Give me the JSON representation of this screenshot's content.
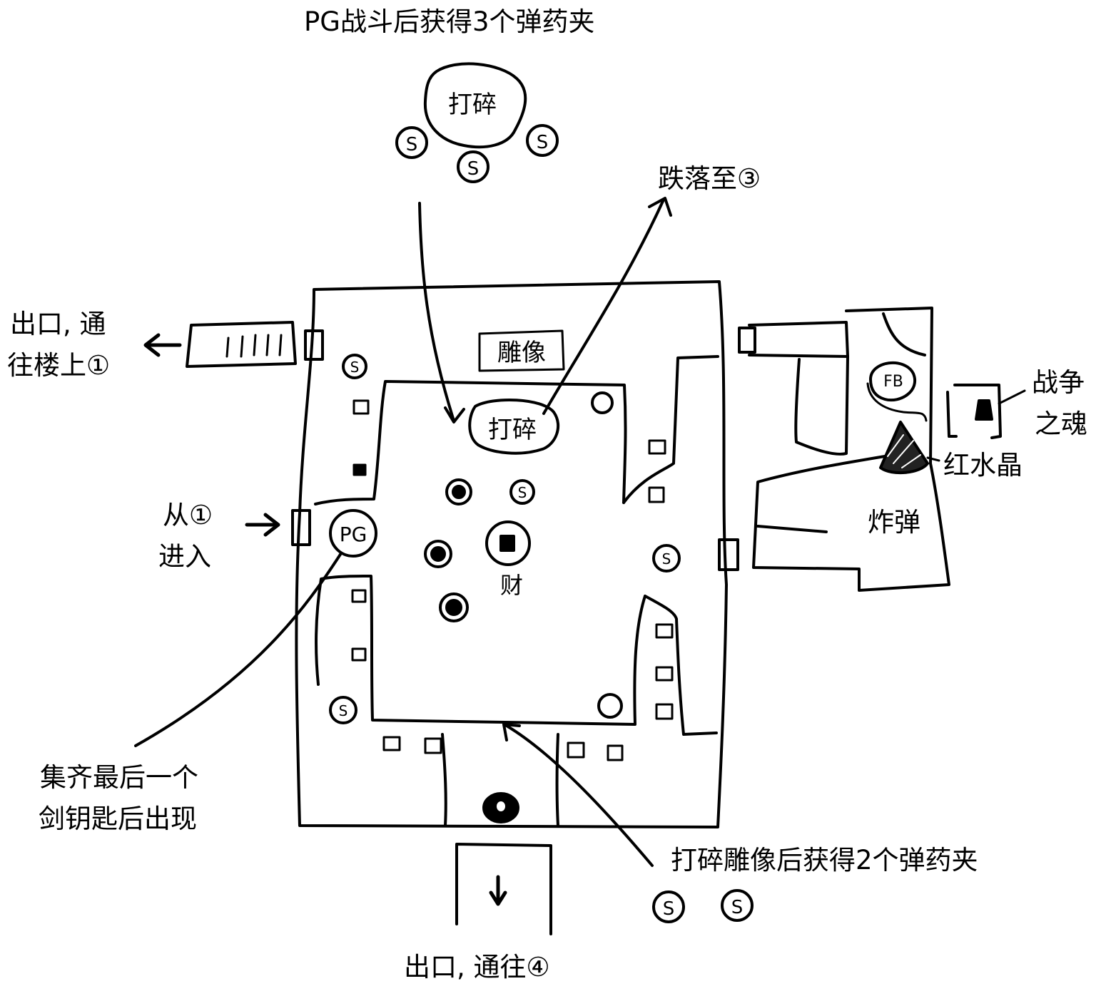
{
  "labels": {
    "pg_reward": "PG战斗后获得3个弹药夹",
    "fall_to": "跌落至③",
    "exit_up_line1": "出口, 通",
    "exit_up_line2": "往楼上①",
    "enter_from_line1": "从①",
    "enter_from_line2": "进入",
    "spirit_line1": "战争",
    "spirit_line2": "之魂",
    "red_crystal": "红水晶",
    "bomb": "炸弹",
    "collect_line1": "集齐最后一个",
    "collect_line2": "剑钥匙后出现",
    "statue_reward": "打碎雕像后获得2个弹药夹",
    "exit_down": "出口, 通往④",
    "treasure": "财"
  },
  "map_marks": {
    "break_top": "打碎",
    "break_center": "打碎",
    "statue": "雕像",
    "pg_enemy": "PG",
    "fb_enemy": "FB",
    "ammo": "S"
  }
}
